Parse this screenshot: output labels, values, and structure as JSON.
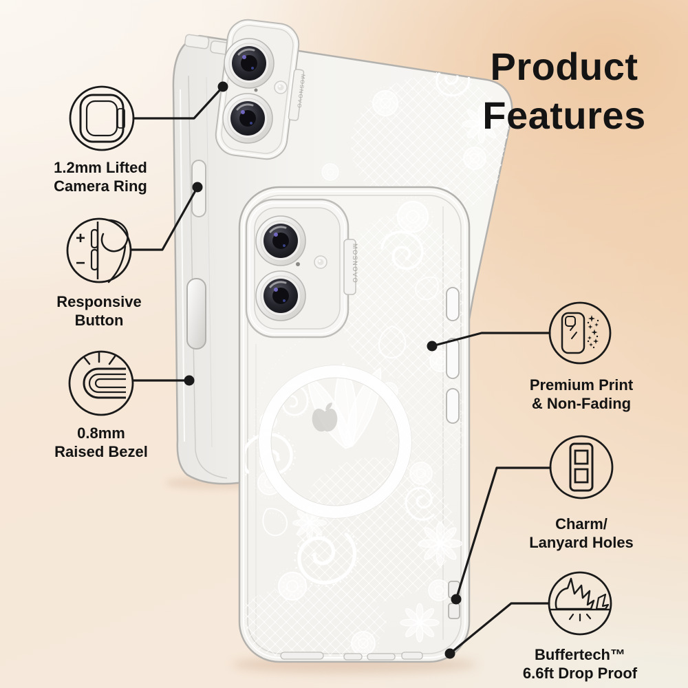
{
  "title": {
    "line1": "Product",
    "line2": "Features"
  },
  "brand": "MOSNOVO",
  "features": [
    {
      "name": "lifted-camera-ring",
      "line1": "1.2mm Lifted",
      "line2": "Camera Ring"
    },
    {
      "name": "responsive-button",
      "line1": "Responsive",
      "line2": "Button"
    },
    {
      "name": "raised-bezel",
      "line1": "0.8mm",
      "line2": "Raised Bezel"
    },
    {
      "name": "premium-print",
      "line1": "Premium Print",
      "line2": "& Non-Fading"
    },
    {
      "name": "charm-lanyard-holes",
      "line1": "Charm/",
      "line2": "Lanyard Holes"
    },
    {
      "name": "buffertech-drop-proof",
      "line1": "Buffertech™",
      "line2": "6.6ft Drop Proof"
    }
  ],
  "responsive_button_icon": {
    "plus": "+",
    "minus": "−"
  },
  "colors": {
    "line": "#1a1a1a",
    "text": "#141414",
    "background_peach": "#eecbaa",
    "background_cream": "#f9f2ea",
    "lace_white": "#ffffff"
  }
}
